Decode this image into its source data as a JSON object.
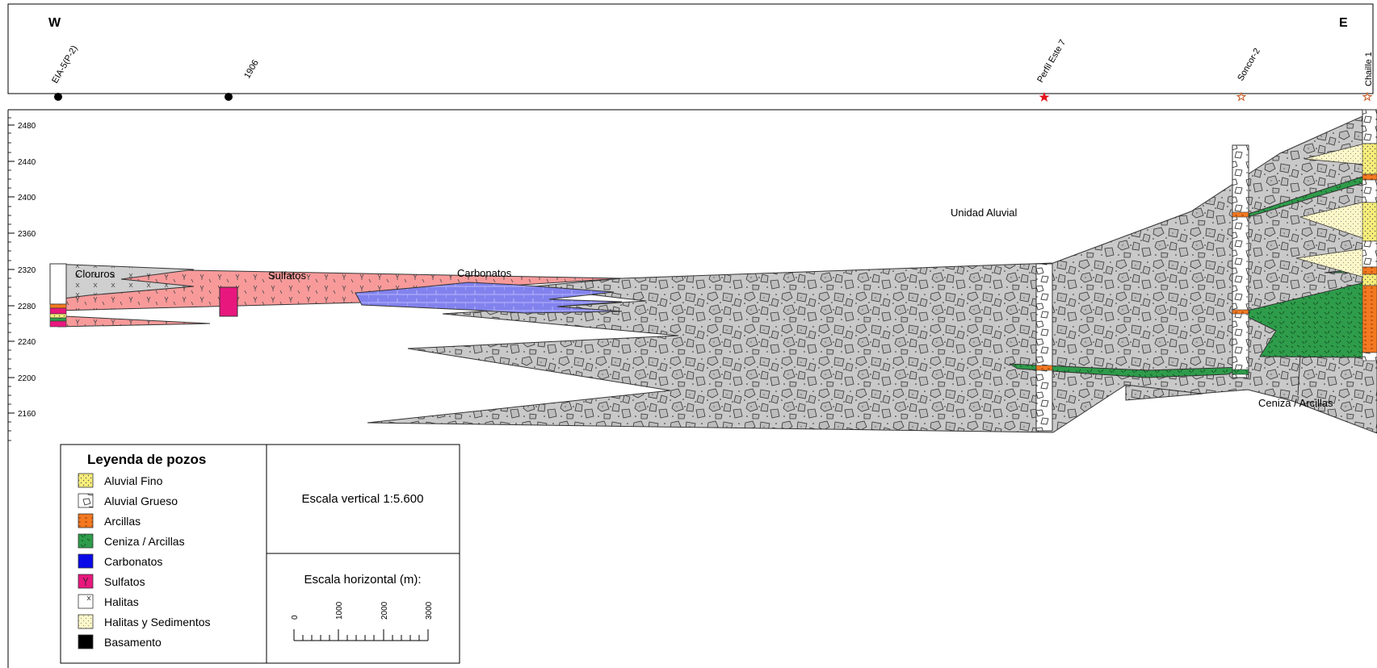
{
  "header": {
    "west_label": "W",
    "east_label": "E",
    "wells": [
      {
        "name": "EIA-5(P-2)",
        "marker": "filled-circle",
        "color": "#000000"
      },
      {
        "name": "1906",
        "marker": "filled-circle",
        "color": "#000000"
      },
      {
        "name": "Perfil Este 7",
        "marker": "star",
        "color": "#e5141c"
      },
      {
        "name": "Soncor-2",
        "marker": "hollow-star",
        "color": "#c8551e"
      },
      {
        "name": "Chaille 1",
        "marker": "hollow-star",
        "color": "#c8551e"
      }
    ]
  },
  "axis": {
    "ticks": [
      "2480",
      "2440",
      "2400",
      "2360",
      "2320",
      "2280",
      "2240",
      "2200",
      "2160"
    ]
  },
  "labels": {
    "cloruros": "Cloruros",
    "sulfatos": "Sulfatos",
    "carbonatos": "Carbonatos",
    "unidad_aluvial": "Unidad Aluvial",
    "ceniza_arcillas": "Ceniza / Arcillas"
  },
  "legend": {
    "title": "Leyenda de pozos",
    "items": [
      {
        "label": "Aluvial Fino",
        "icon": "yellow-dotted-swatch",
        "color": "#f7ee7a"
      },
      {
        "label": "Aluvial Grueso",
        "icon": "white-gravel-swatch",
        "color": "#ffffff"
      },
      {
        "label": "Arcillas",
        "icon": "orange-dashed-swatch",
        "color": "#f47921"
      },
      {
        "label": "Ceniza / Arcillas",
        "icon": "green-hatched-swatch",
        "color": "#2e9c4a"
      },
      {
        "label": "Carbonatos",
        "icon": "blue-swatch",
        "color": "#0a0ae8"
      },
      {
        "label": "Sulfatos",
        "icon": "magenta-swatch",
        "color": "#e8177e"
      },
      {
        "label": "Halitas",
        "icon": "white-cross-swatch",
        "color": "#ffffff"
      },
      {
        "label": "Halitas y Sedimentos",
        "icon": "cream-dotted-swatch",
        "color": "#fdf7c8"
      },
      {
        "label": "Basamento",
        "icon": "black-swatch",
        "color": "#000000"
      }
    ],
    "vertical_scale": "Escala vertical 1:5.600",
    "horizontal_scale_title": "Escala horizontal (m):",
    "scale_ticks": [
      "0",
      "1000",
      "2000",
      "3000"
    ]
  },
  "colors": {
    "alluvial": "#c8c8c8",
    "sulfatos_unit": "#f89a9a",
    "carbonatos_unit": "#8a8af0",
    "cloruros_unit": "#cfcfcf",
    "ceniza": "#2e8b57"
  }
}
